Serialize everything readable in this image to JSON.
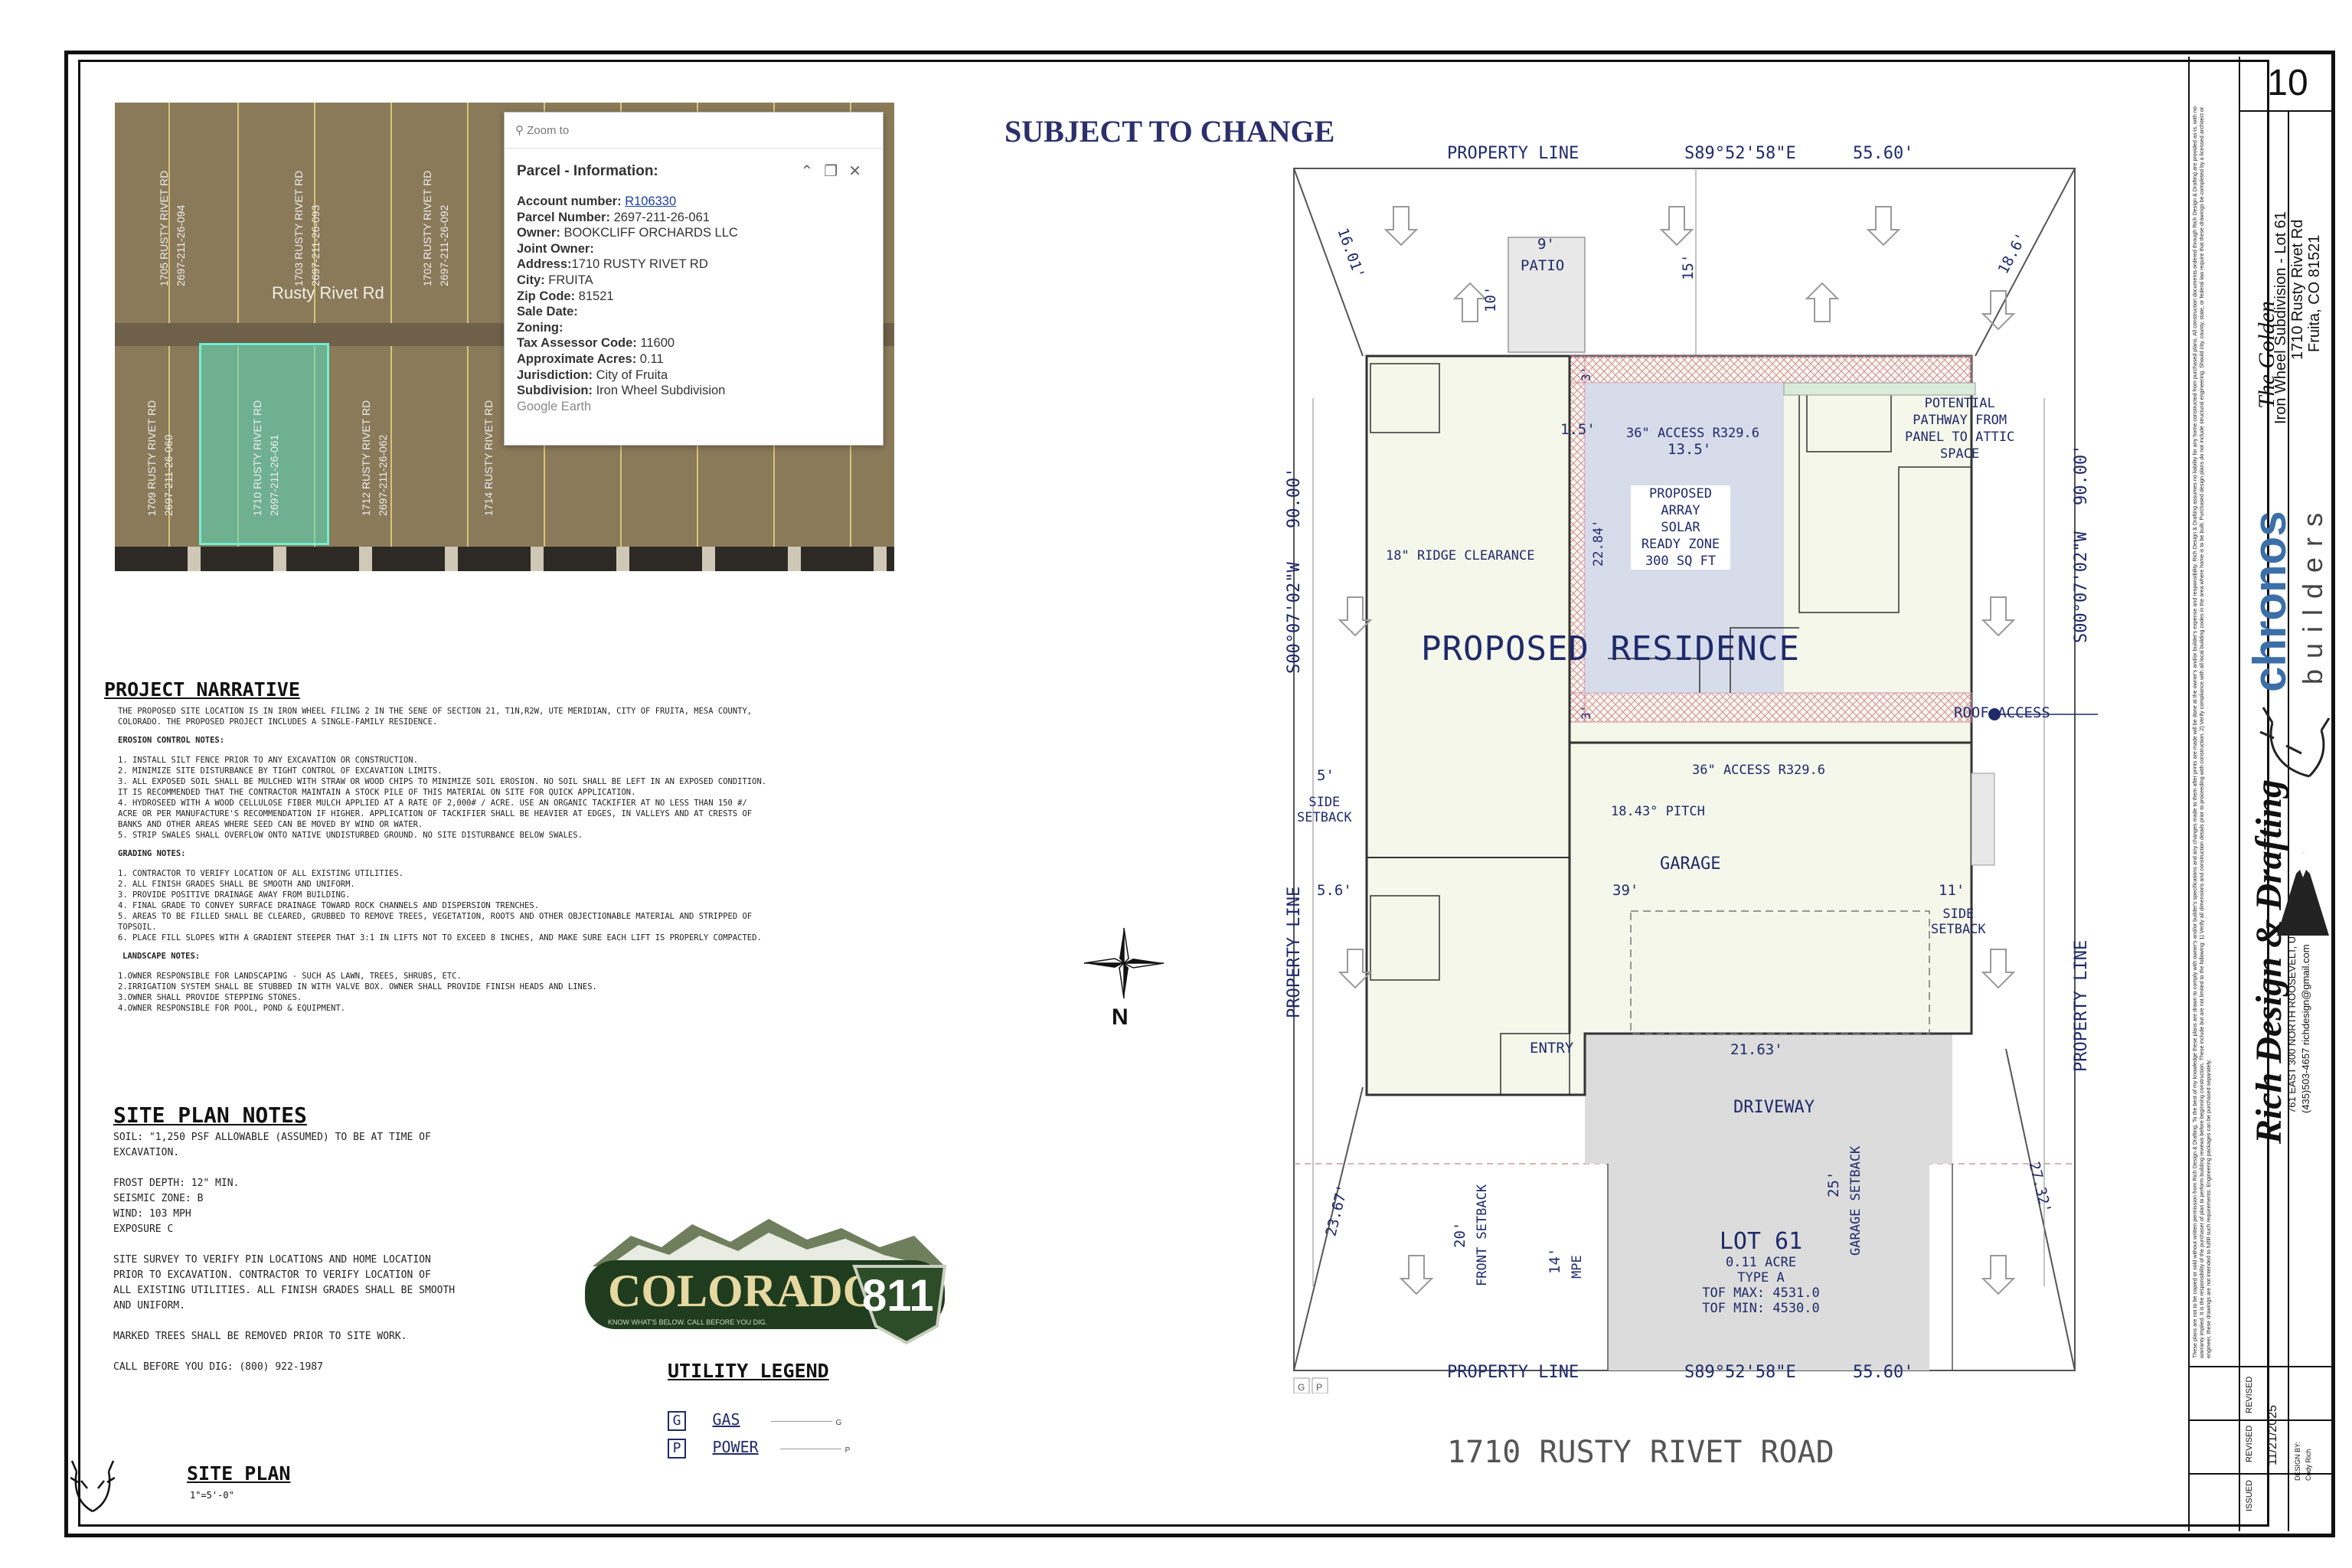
{
  "sheet_number": "10",
  "aerial": {
    "road_name": "Rusty Rivet Rd",
    "lot_labels": [
      "1705 RUSTY RIVET RD",
      "1703 RUSTY RIVET RD",
      "1702 RUSTY RIVET RD",
      "1709 RUSTY RIVET RD",
      "1710 RUSTY RIVET RD",
      "1712 RUSTY RIVET RD",
      "1714 RUSTY RIVET RD"
    ],
    "lot_numbers": [
      "2697-211-26-094",
      "2697-211-26-093",
      "2697-211-26-092",
      "2697-211-26-060",
      "2697-211-26-061",
      "2697-211-26-062"
    ]
  },
  "popup": {
    "zoom_to": "Zoom to",
    "title": "Parcel - Information:",
    "account_label": "Account number:",
    "account_value": "R106330",
    "parcel_label": "Parcel Number:",
    "parcel_value": "2697-211-26-061",
    "owner_label": "Owner:",
    "owner_value": "BOOKCLIFF ORCHARDS LLC",
    "joint_label": "Joint Owner:",
    "address_label": "Address:",
    "address_value": "1710 RUSTY RIVET RD",
    "city_label": "City:",
    "city_value": "FRUITA",
    "zip_label": "Zip Code:",
    "zip_value": "81521",
    "sale_label": "Sale Date:",
    "zoning_label": "Zoning:",
    "tax_label": "Tax Assessor Code:",
    "tax_value": "11600",
    "acres_label": "Approximate Acres:",
    "acres_value": "0.11",
    "juris_label": "Jurisdiction:",
    "juris_value": "City of Fruita",
    "subdiv_label": "Subdivision:",
    "subdiv_value": "Iron Wheel Subdivision",
    "source": "Google Earth"
  },
  "subject_to_change": "SUBJECT TO CHANGE",
  "narrative": {
    "heading": "PROJECT NARRATIVE",
    "intro": "THE PROPOSED SITE LOCATION IS IN IRON WHEEL FILING 2 IN THE SENE OF SECTION 21, T1N,R2W, UTE MERIDIAN, CITY OF FRUITA, MESA COUNTY, COLORADO. THE PROPOSED PROJECT INCLUDES A SINGLE-FAMILY RESIDENCE.",
    "erosion_heading": "EROSION CONTROL NOTES:",
    "erosion": [
      "1. INSTALL SILT FENCE PRIOR TO ANY EXCAVATION OR CONSTRUCTION.",
      "2. MINIMIZE SITE DISTURBANCE BY TIGHT CONTROL OF EXCAVATION LIMITS.",
      "3. ALL EXPOSED SOIL SHALL BE MULCHED WITH STRAW OR WOOD CHIPS TO MINIMIZE SOIL EROSION. NO SOIL SHALL BE LEFT IN AN EXPOSED CONDITION. IT IS RECOMMENDED THAT THE CONTRACTOR MAINTAIN A STOCK PILE OF THIS MATERIAL ON SITE FOR QUICK APPLICATION.",
      "4. HYDROSEED WITH A WOOD CELLULOSE FIBER MULCH APPLIED AT A RATE OF 2,000# / ACRE. USE AN ORGANIC TACKIFIER AT NO LESS THAN 150 #/ ACRE OR PER MANUFACTURE'S RECOMMENDATION IF HIGHER. APPLICATION OF TACKIFIER SHALL BE HEAVIER AT EDGES, IN VALLEYS AND AT CRESTS OF BANKS AND OTHER AREAS WHERE SEED CAN BE MOVED BY WIND OR WATER.",
      "5. STRIP SWALES SHALL OVERFLOW ONTO NATIVE UNDISTURBED GROUND. NO SITE DISTURBANCE BELOW SWALES."
    ],
    "grading_heading": "GRADING NOTES:",
    "grading": [
      "1. CONTRACTOR TO VERIFY LOCATION OF ALL EXISTING UTILITIES.",
      "2. ALL FINISH GRADES SHALL BE SMOOTH AND UNIFORM.",
      "3. PROVIDE POSITIVE DRAINAGE AWAY FROM BUILDING.",
      "4. FINAL GRADE TO CONVEY SURFACE DRAINAGE TOWARD ROCK CHANNELS AND DISPERSION TRENCHES.",
      "5. AREAS TO BE FILLED SHALL BE CLEARED, GRUBBED TO REMOVE TREES, VEGETATION, ROOTS AND OTHER OBJECTIONABLE MATERIAL AND STRIPPED OF TOPSOIL.",
      "6. PLACE FILL SLOPES WITH A GRADIENT STEEPER THAT 3:1 IN LIFTS NOT TO EXCEED 8 INCHES, AND MAKE SURE EACH LIFT IS PROPERLY COMPACTED."
    ],
    "landscape_heading": "LANDSCAPE NOTES:",
    "landscape": [
      "1.OWNER RESPONSIBLE FOR LANDSCAPING - SUCH AS LAWN, TREES, SHRUBS, ETC.",
      "2.IRRIGATION SYSTEM SHALL BE STUBBED IN WITH VALVE BOX.  OWNER SHALL PROVIDE FINISH HEADS AND LINES.",
      "3.OWNER SHALL PROVIDE STEPPING STONES.",
      "4.OWNER RESPONSIBLE FOR POOL, POND & EQUIPMENT."
    ]
  },
  "site_notes": {
    "heading": "SITE PLAN NOTES",
    "lines": [
      "SOIL: \"1,250 PSF ALLOWABLE (ASSUMED) TO BE AT TIME OF",
      "EXCAVATION.",
      "",
      "FROST DEPTH: 12\" MIN.",
      "SEISMIC ZONE: B",
      "WIND: 103 MPH",
      "EXPOSURE C",
      "",
      "SITE SURVEY TO VERIFY PIN LOCATIONS AND HOME LOCATION",
      "PRIOR TO EXCAVATION. CONTRACTOR TO VERIFY LOCATION OF",
      "ALL EXISTING UTILITIES. ALL FINISH GRADES SHALL BE SMOOTH",
      "AND UNIFORM.",
      "",
      "MARKED TREES SHALL BE REMOVED PRIOR TO SITE WORK.",
      "",
      "CALL BEFORE YOU DIG: (800) 922-1987"
    ]
  },
  "logo811": {
    "word": "COLORADO",
    "num": "811",
    "tag": "KNOW WHAT'S BELOW. CALL BEFORE YOU DIG."
  },
  "utility_legend": {
    "heading": "UTILITY LEGEND",
    "gas_key": "G",
    "gas_label": "GAS",
    "gas_line": "G",
    "power_key": "P",
    "power_label": "POWER",
    "power_line": "P"
  },
  "site_plan_title": {
    "title": "SITE PLAN",
    "scale": "1\"=5'-0\""
  },
  "compass": {
    "north": "N"
  },
  "plan": {
    "property_line": "PROPERTY LINE",
    "bearing": "S89°52'58\"E",
    "width": "55.60'",
    "side_bearing": "S00°07'02\"W",
    "side_length": "90.00'",
    "diag_tl": "16.01'",
    "diag_tr": "18.6'",
    "diag_bl": "23.67'",
    "diag_br": "27.32'",
    "patio": "PATIO",
    "patio_w": "9'",
    "patio_d": "10'",
    "rear_setback": "15'",
    "three_top": "3'",
    "three_bot": "3'",
    "access_top": "36\" ACCESS R329.6",
    "dim_13_5": "13.5'",
    "dim_1_5": "1.5'",
    "pathway": [
      "POTENTIAL",
      "PATHWAY FROM",
      "PANEL TO ATTIC",
      "SPACE"
    ],
    "array": [
      "PROPOSED",
      "ARRAY",
      "SOLAR",
      "READY ZONE",
      "300 SQ FT"
    ],
    "dim_22_84": "22.84'",
    "ridge": "18\" RIDGE CLEARANCE",
    "residence": "PROPOSED RESIDENCE",
    "roof_access": "ROOF ACCESS",
    "access_bot": "36\" ACCESS R329.6",
    "pitch": "18.43° PITCH",
    "garage": "GARAGE",
    "side_setback_dim_l": "5'",
    "side_setback": [
      "SIDE",
      "SETBACK"
    ],
    "dim_5_6": "5.6'",
    "dim_39": "39'",
    "dim_11": "11'",
    "entry": "ENTRY",
    "dim_21_63": "21.63'",
    "driveway": "DRIVEWAY",
    "front_setback": "FRONT SETBACK",
    "front_dim": "20'",
    "mpe": "MPE",
    "mpe_dim": "14'",
    "garage_setback": "GARAGE SETBACK",
    "garage_setback_dim": "25'",
    "lot": "LOT 61",
    "acre": "0.11 ACRE",
    "type": "TYPE A",
    "tof_max": "TOF MAX: 4531.0",
    "tof_min": "TOF MIN:  4530.0",
    "meters": [
      "G",
      "P"
    ]
  },
  "address_title": "1710 RUSTY RIVET ROAD",
  "title_block": {
    "project": "The Golden",
    "subdivision": "Iron Wheel Subdivision - Lot 61",
    "street": "1710 Rusty Rivet Rd",
    "city": "Fruita, CO 81521",
    "builder_top": "chronos",
    "builder_bottom": "builders",
    "firm": "Rich Design & Drafting",
    "firm_address": "761 EAST 300 NORTH ROOSEVELT, UT 84066",
    "firm_contact": "(435)503-4657  richdesign@gmail.com",
    "issued_label": "ISSUED",
    "issued_date": "11/21/2025",
    "revised_label": "REVISED",
    "design_by_label": "DESIGN BY:",
    "design_by": "Cody Rich",
    "disclaimer": "These plans are not to be copied or sold without written permission from Rich Design & Drafting. To the best of my knowledge these plans are drawn to comply with owner's and/or builder's specifications and any changes made to them after prints are made will be done at the owner's and/or builder's expense and responsibility. Rich Design & Drafting assumes no liability for any home constructed from purchased plans. All construction documents ordered through Rich Design & Drafting are provided as-is, with no warranty implied. It is the responsibility of the purchaser of plan to perform building reviews before beginning construction. These include but are not limited to the following: 1) Verify all dimensions and construction details prior to proceeding with construction. 2) Verify compliance with all local building codes in the area where home is to be built. Purchased design plans do not include structural engineering. Should city, county, state, or federal law require that these drawings be completed by a licensed architect or engineer, these drawings are not intended to fulfill such requirements. Engineering packages can be purchased separately."
  }
}
